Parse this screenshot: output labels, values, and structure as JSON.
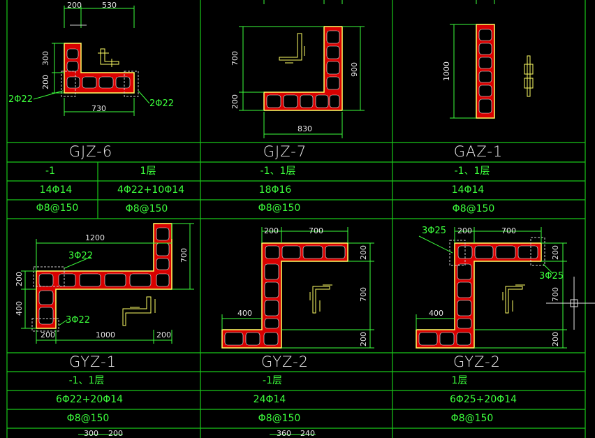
{
  "titles": {
    "gjz6": "GJZ-6",
    "gjz7": "GJZ-7",
    "gaz1": "GAZ-1",
    "gyz1": "GYZ-1",
    "gyz2a": "GYZ-2",
    "gyz2b": "GYZ-2"
  },
  "table_top": {
    "gjz6": {
      "floor_a": "-1",
      "floor_b": "1层",
      "bar_a": "14Φ14",
      "bar_b": "4Φ22+10Φ14",
      "stirrup_a": "Φ8@150",
      "stirrup_b": "Φ8@150"
    },
    "gjz7": {
      "floor": "-1、1层",
      "bar": "18Φ16",
      "stirrup": "Φ8@150"
    },
    "gaz1": {
      "floor": "-1、1层",
      "bar": "14Φ14",
      "stirrup": "Φ8@150"
    }
  },
  "table_bottom": {
    "gyz1": {
      "floor": "-1、1层",
      "bar": "6Φ22+20Φ14",
      "stirrup": "Φ8@150"
    },
    "gyz2a": {
      "floor": "-1层",
      "bar": "24Φ14",
      "stirrup": "Φ8@150"
    },
    "gyz2b": {
      "floor": "1层",
      "bar": "6Φ25+20Φ14",
      "stirrup": "Φ8@150"
    }
  },
  "dims": {
    "gjz6": {
      "top_a": "200",
      "top_b": "530",
      "left_a": "300",
      "left_b": "200",
      "bottom": "730",
      "call_a": "2Φ22",
      "call_b": "2Φ22"
    },
    "gjz7": {
      "left_a": "700",
      "left_b": "200",
      "right": "900",
      "bottom": "830"
    },
    "gaz1": {
      "left": "1000"
    },
    "gyz1": {
      "top": "1200",
      "right": "700",
      "left_a": "200",
      "left_b": "400",
      "bot_a": "200",
      "bot_b": "1000",
      "bot_c": "200",
      "call_a": "3Φ22",
      "call_b": "3Φ22"
    },
    "gyz2a": {
      "top_a": "200",
      "top_b": "700",
      "right_a": "200",
      "right_b": "700",
      "right_c": "200",
      "mid": "400"
    },
    "gyz2b": {
      "top_a": "200",
      "top_b": "700",
      "right_a": "200",
      "right_b": "700",
      "right_c": "200",
      "mid": "400",
      "call_a": "3Φ25",
      "call_b": "3Φ25"
    }
  },
  "footer": {
    "a1": "300",
    "a2": "200",
    "b1": "360",
    "b2": "240"
  },
  "colors": {
    "grid": "#19c819",
    "wall": "#ff0000",
    "outline": "#ffff66",
    "text": "#3cff3c",
    "dim": "#e8e8e8"
  }
}
